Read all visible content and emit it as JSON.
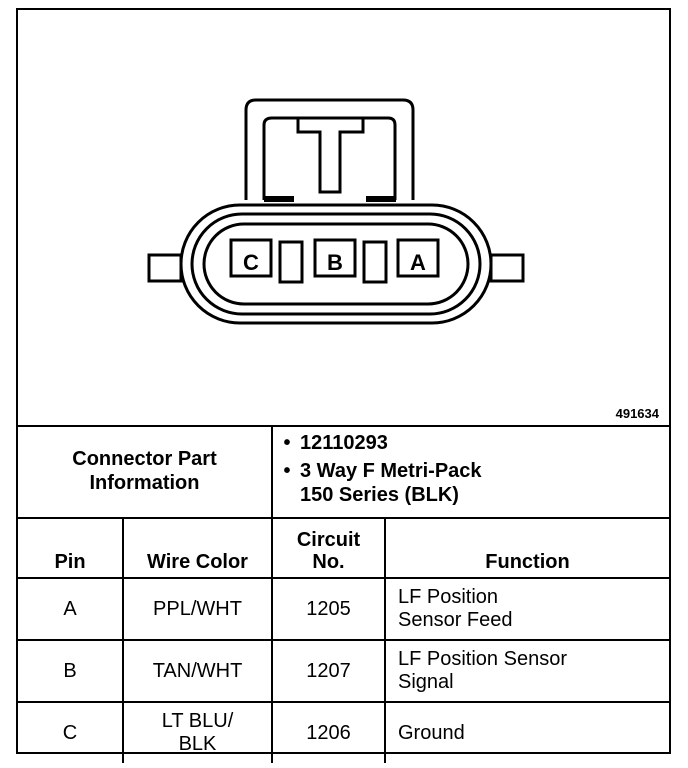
{
  "diagram": {
    "figure_number": "491634",
    "pin_labels": [
      "C",
      "B",
      "A"
    ]
  },
  "connector_info": {
    "label_line1": "Connector Part",
    "label_line2": "Information",
    "bullet": "•",
    "part_number": "12110293",
    "type_line1": "3 Way F Metri-Pack",
    "type_line2": "150 Series (BLK)"
  },
  "table": {
    "headers": {
      "pin": "Pin",
      "wire_color": "Wire Color",
      "circuit_line1": "Circuit",
      "circuit_line2": "No.",
      "function": "Function"
    },
    "rows": [
      {
        "pin": "A",
        "wire_color_line1": "PPL/WHT",
        "wire_color_line2": "",
        "circuit": "1205",
        "function_line1": "LF Position",
        "function_line2": "Sensor Feed"
      },
      {
        "pin": "B",
        "wire_color_line1": "TAN/WHT",
        "wire_color_line2": "",
        "circuit": "1207",
        "function_line1": "LF Position Sensor",
        "function_line2": "Signal"
      },
      {
        "pin": "C",
        "wire_color_line1": "LT BLU/",
        "wire_color_line2": "BLK",
        "circuit": "1206",
        "function_line1": "Ground",
        "function_line2": ""
      }
    ]
  }
}
